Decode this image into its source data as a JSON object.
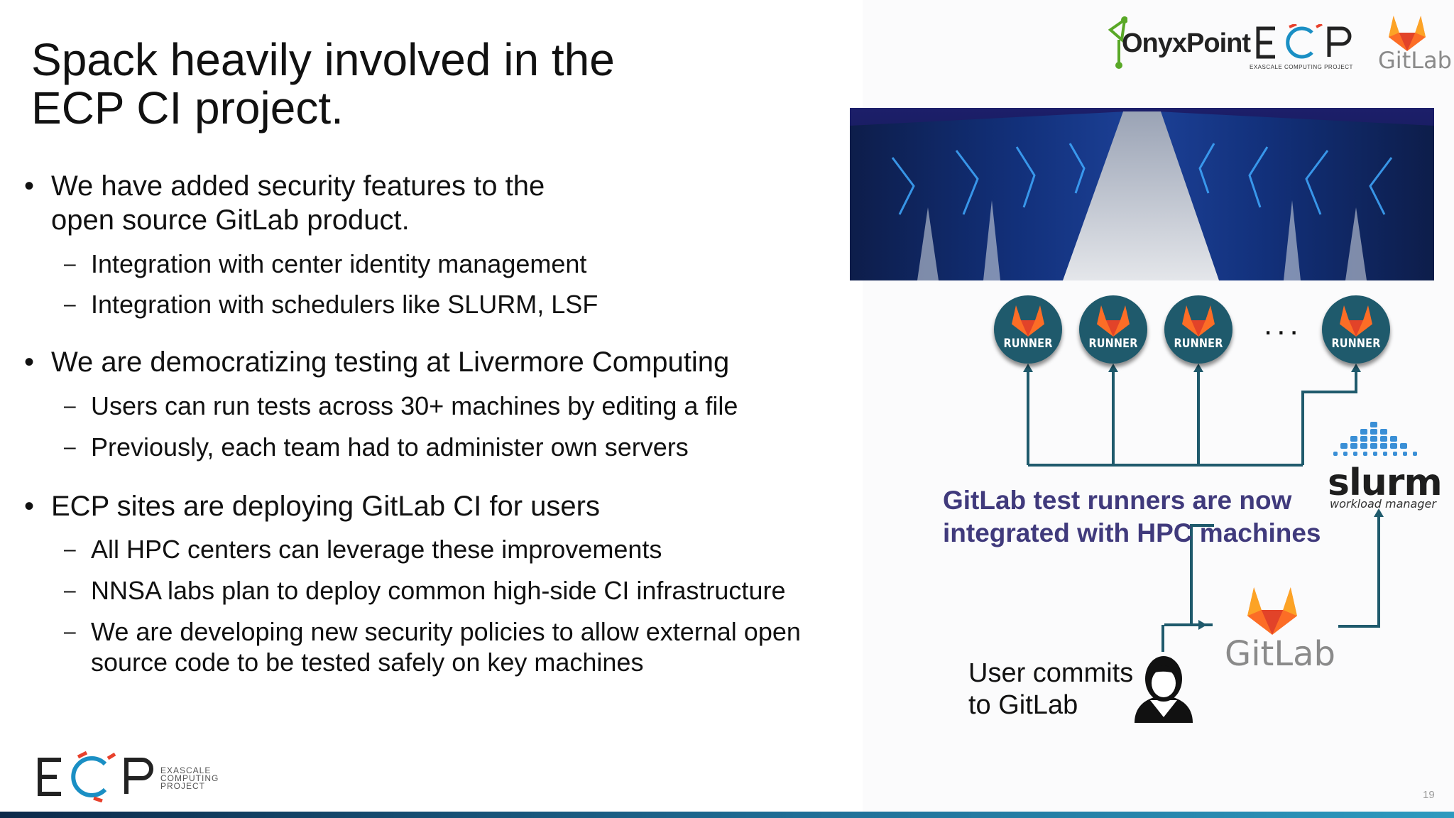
{
  "slide": {
    "title": "Spack heavily involved in the\nECP CI project.",
    "page_number": "19"
  },
  "bullets": [
    {
      "text": "We have added security features to the",
      "text2": "open source GitLab product."
    },
    {
      "text": "We are democratizing testing at Livermore Computing"
    },
    {
      "text": "ECP sites are deploying GitLab CI for users"
    }
  ],
  "subbullets": [
    "Integration with center identity management",
    "Integration with schedulers like SLURM, LSF",
    "Users can run tests across 30+ machines by editing a file",
    "Previously, each team had to administer own servers",
    "All HPC centers can leverage these improvements",
    "NNSA labs plan to deploy common high-side CI infrastructure",
    "We are developing new security policies to allow external open",
    "source code to be tested safely on key machines"
  ],
  "diagram": {
    "runner_label": "RUNNER",
    "ellipsis": "...",
    "integration_caption": "GitLab test runners are now\nintegrated with HPC machines",
    "commit_caption": "User commits\nto GitLab",
    "gitlab_label": "GitLab",
    "slurm_label": "slurm",
    "slurm_sublabel": "workload manager"
  },
  "logos": {
    "onyxpoint": "OnyxPoint",
    "ecp_subtitle": "EXASCALE COMPUTING PROJECT",
    "gitlab": "GitLab",
    "ecp_bottom_subtitle": "EXASCALE\nCOMPUTING\nPROJECT"
  },
  "colors": {
    "gitlab_orange": "#fc6d26",
    "runner_circle": "#1f5a6c",
    "arrow_line": "#1f5a6c",
    "caption_purple": "#403a7c",
    "footer_bar": "#1f6e96"
  }
}
